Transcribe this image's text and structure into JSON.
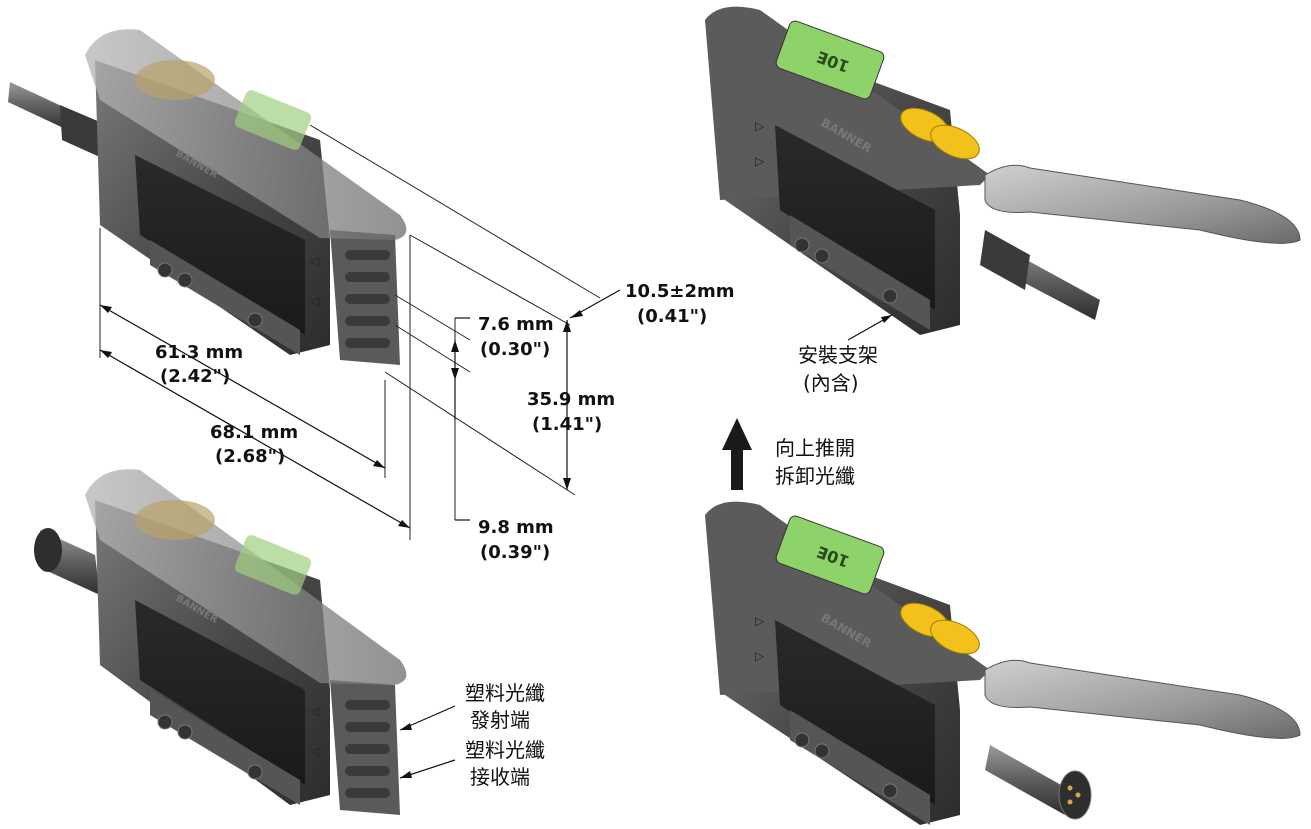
{
  "dimensions": {
    "d1_mm": "61.3 mm",
    "d1_in": "(2.42\")",
    "d2_mm": "68.1 mm",
    "d2_in": "(2.68\")",
    "d3_mm": "7.6 mm",
    "d3_in": "(0.30\")",
    "d4_mm": "35.9 mm",
    "d4_in": "(1.41\")",
    "d5_mm": "9.8 mm",
    "d5_in": "(0.39\")",
    "d6_mm": "10.5±2mm",
    "d6_in": "(0.41\")"
  },
  "callouts": {
    "bracket_line1": "安裝支架",
    "bracket_line2": "(內含)",
    "push_line1": "向上推開",
    "push_line2": "拆卸光纖",
    "emitter_line1": "塑料光纖",
    "emitter_line2": "發射端",
    "receiver_line1": "塑料光纖",
    "receiver_line2": "接收端"
  },
  "device": {
    "brand": "BANNER",
    "display_value": "10E"
  },
  "colors": {
    "body": "#4a4a4a",
    "display": "#8ed36a",
    "buttons": "#f2c21a",
    "lines": "#111111"
  },
  "icons": [
    "up-arrow-icon"
  ]
}
